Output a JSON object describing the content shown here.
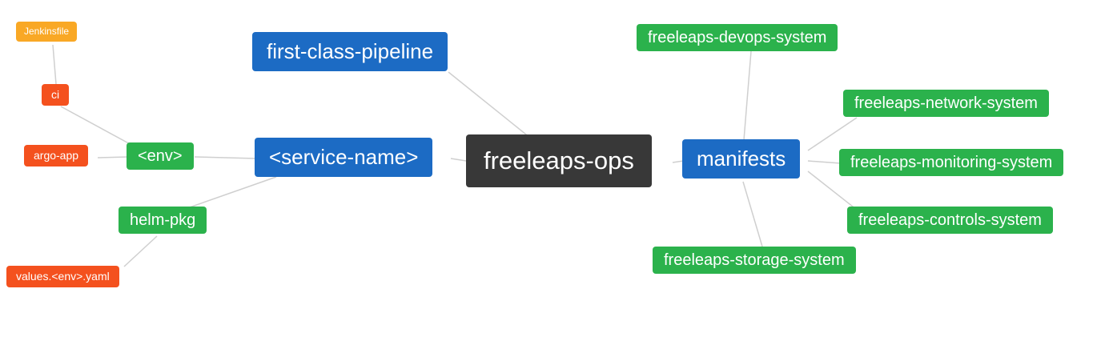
{
  "diagram": {
    "type": "mindmap",
    "colors": {
      "root_bg": "#383838",
      "branch_bg": "#1c6bc4",
      "leaf_green_bg": "#2bb24c",
      "leaf_red_bg": "#f4511e",
      "leaf_orange_bg": "#f9a825",
      "edge": "#cfcfcf",
      "text": "#ffffff"
    },
    "nodes": {
      "root": {
        "label": "freeleaps-ops"
      },
      "first_class_pipeline": {
        "label": "first-class-pipeline"
      },
      "service_name": {
        "label": "<service-name>"
      },
      "env": {
        "label": "<env>"
      },
      "ci": {
        "label": "ci"
      },
      "jenkinsfile": {
        "label": "Jenkinsfile"
      },
      "argo_app": {
        "label": "argo-app"
      },
      "helm_pkg": {
        "label": "helm-pkg"
      },
      "values_env_yaml": {
        "label": "values.<env>.yaml"
      },
      "manifests": {
        "label": "manifests"
      },
      "devops_system": {
        "label": "freeleaps-devops-system"
      },
      "network_system": {
        "label": "freeleaps-network-system"
      },
      "monitoring_system": {
        "label": "freeleaps-monitoring-system"
      },
      "controls_system": {
        "label": "freeleaps-controls-system"
      },
      "storage_system": {
        "label": "freeleaps-storage-system"
      }
    },
    "edges": [
      "jenkinsfile-ci",
      "ci-env",
      "argo_app-env",
      "env-service_name",
      "helm_pkg-service_name",
      "values_env_yaml-helm_pkg",
      "first_class_pipeline-root",
      "service_name-root",
      "root-manifests",
      "manifests-devops_system",
      "manifests-network_system",
      "manifests-monitoring_system",
      "manifests-controls_system",
      "manifests-storage_system"
    ]
  }
}
